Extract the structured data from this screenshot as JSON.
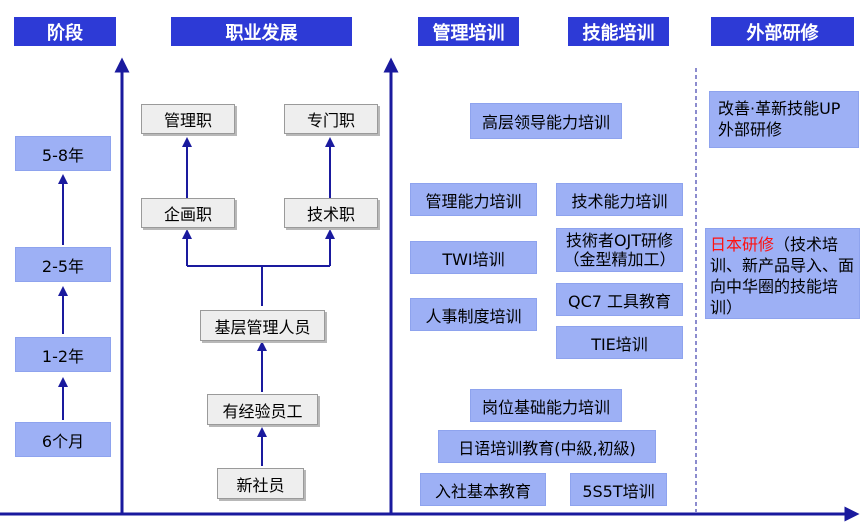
{
  "headers": {
    "stage": "阶段",
    "career": "职业发展",
    "mgmt_training": "管理培训",
    "skill_training": "技能培训",
    "external": "外部研修"
  },
  "stages": [
    "5-8年",
    "2-5年",
    "1-2年",
    "6个月"
  ],
  "career": {
    "management_post": "管理职",
    "specialist_post": "专门职",
    "planning_post": "企画职",
    "technical_post": "技术职",
    "junior_manager": "基层管理人员",
    "experienced_staff": "有经验员工",
    "new_hire": "新社员"
  },
  "training": {
    "senior_leadership": "高层领导能力培训",
    "management_ability": "管理能力培训",
    "technical_ability": "技术能力培训",
    "twi": "TWI培训",
    "ojt": "技術者OJT研修（金型精加工）",
    "hr_system": "人事制度培训",
    "qc7": "QC7 工具教育",
    "tie": "TIE培训",
    "post_basic": "岗位基础能力培训",
    "japanese": "日语培训教育(中級,初級)",
    "orientation": "入社基本教育",
    "5s5t": "5S5T培训"
  },
  "external": {
    "kaizen": "改善·革新技能UP外部研修",
    "japan_title": "日本研修",
    "japan_detail": "（技术培训、新产品导入、面向中华圈的技能培训）"
  },
  "colors": {
    "header_bg": "#2d3ad6",
    "box_fill": "#9db0f5",
    "arrow": "#1a1a9e",
    "highlight": "#ff1010"
  }
}
